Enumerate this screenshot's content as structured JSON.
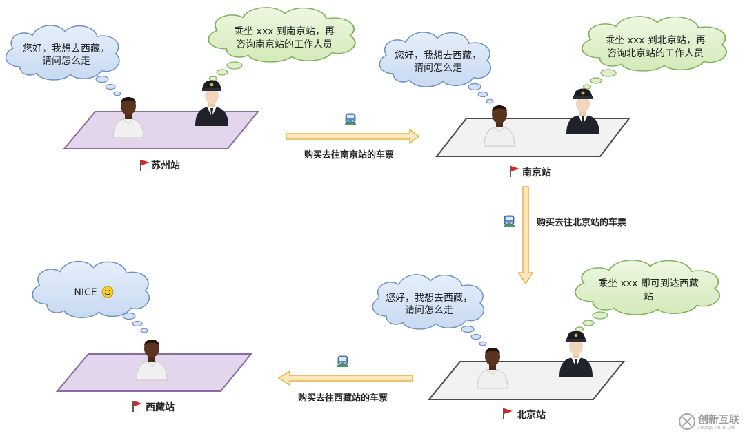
{
  "scenes": [
    {
      "station": "苏州站",
      "traveler_bubble": [
        "您好，我想去西藏，",
        "请问怎么走"
      ],
      "staff_bubble": [
        "乘坐 xxx 到南京站，再",
        "咨询南京站的工作人员"
      ]
    },
    {
      "station": "南京站",
      "traveler_bubble": [
        "您好，我想去西藏，",
        "请问怎么走"
      ],
      "staff_bubble": [
        "乘坐 xxx 到北京站，再",
        "咨询北京站的工作人员"
      ]
    },
    {
      "station": "北京站",
      "traveler_bubble": [
        "您好，我想去西藏，",
        "请问怎么走"
      ],
      "staff_bubble": [
        "乘坐 xxx 即可到达西藏",
        "站"
      ]
    },
    {
      "station": "西藏站",
      "traveler_bubble": [
        "NICE"
      ]
    }
  ],
  "arrows": [
    {
      "label": "购买去往南京站的车票"
    },
    {
      "label": "购买去往北京站的车票"
    },
    {
      "label": "购买去往西藏站的车票"
    }
  ],
  "watermark": {
    "main": "创新互联",
    "sub": "CHUANG XIN HU LIAN"
  },
  "colors": {
    "traveler_bubble_fill": "#d3e2f5",
    "traveler_bubble_stroke": "#6b8fc4",
    "staff_bubble_fill": "#e0f0cc",
    "staff_bubble_stroke": "#7fb15a",
    "platform_purple_fill": "#e3d6ec",
    "platform_purple_stroke": "#8a6aa3",
    "platform_gray_fill": "#f2f2f2",
    "platform_gray_stroke": "#4a4a4a",
    "arrow_fill": "#fce7bd",
    "arrow_stroke": "#e9b24a",
    "flag_red": "#d9262c"
  },
  "icons": [
    "flag-icon",
    "train-icon",
    "smiley-icon",
    "traveler-icon",
    "staff-icon",
    "watermark-logo-icon"
  ]
}
